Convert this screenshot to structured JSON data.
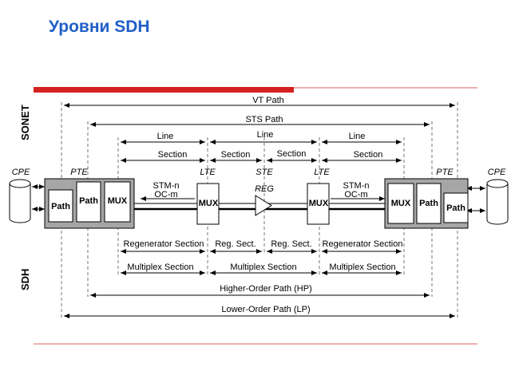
{
  "title": "Уровни SDH",
  "side_labels": {
    "top": "SONET",
    "bottom": "SDH"
  },
  "node_labels": {
    "cpe_left": "CPE",
    "pte_left": "PTE",
    "lte_left": "LTE",
    "ste": "STE",
    "lte_right": "LTE",
    "pte_right": "PTE",
    "cpe_right": "CPE"
  },
  "blocks": {
    "path": "Path",
    "mux": "MUX",
    "reg": "REG"
  },
  "links": {
    "stm": "STM-n",
    "oc": "OC-m"
  },
  "sonet_spans": {
    "vt_path": "VT Path",
    "sts_path": "STS Path",
    "line": "Line",
    "section": "Section"
  },
  "sdh_spans": {
    "regenerator_section": "Regenerator Section",
    "reg_sect": "Reg. Sect.",
    "multiplex_section": "Multiplex Section",
    "higher_order_path": "Higher-Order Path (HP)",
    "lower_order_path": "Lower-Order Path (LP)"
  },
  "colors": {
    "title": "#1f5fc8",
    "accent_red": "#d42020",
    "box_gray": "#a6a6a6"
  }
}
